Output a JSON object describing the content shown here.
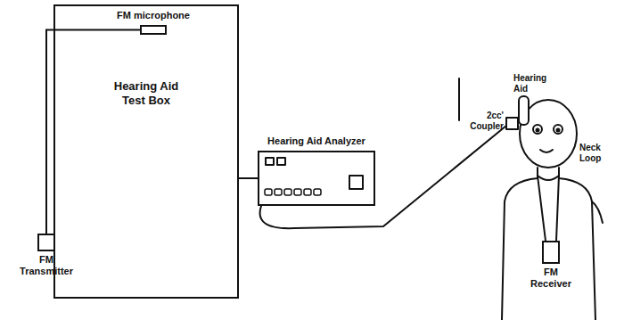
{
  "diagram": {
    "nodes": [
      {
        "text": [
          "Hearing Aid Test Box"
        ]
      },
      {
        "text": [
          "FM microphone"
        ],
        "in": 0
      },
      {
        "text": [
          "FM Transmitter"
        ]
      },
      {
        "text": [
          "Hearing Aid Analyzer"
        ]
      },
      {
        "text": [
          "FM Receiver"
        ]
      }
    ],
    "edges": [
      {
        "from": 2,
        "to": 1,
        "arrow": "none"
      },
      {
        "from": 0,
        "to": 3,
        "arrow": "none"
      }
    ],
    "labels": [
      "Hearing Aid",
      "2cc' Coupler",
      "Neck Loop"
    ]
  }
}
